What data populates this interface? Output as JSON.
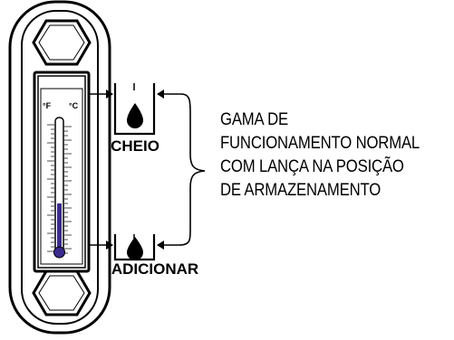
{
  "labels": {
    "full": "CHEIO",
    "add": "ADICIONAR"
  },
  "description": {
    "lines": [
      "GAMA DE",
      "FUNCIONAMENTO NORMAL",
      "COM LANÇA NA POSIÇÃO",
      "DE ARMAZENAMENTO"
    ]
  },
  "thermometer": {
    "unit_left": "°F",
    "unit_right": "°C"
  },
  "colors": {
    "ink": "#000000",
    "fluid": "#3a2a8c",
    "background": "#ffffff"
  },
  "icons": [
    "drop-icon",
    "arrow-right-icon",
    "arrow-left-icon",
    "brace-icon",
    "hex-bolt-icon"
  ]
}
